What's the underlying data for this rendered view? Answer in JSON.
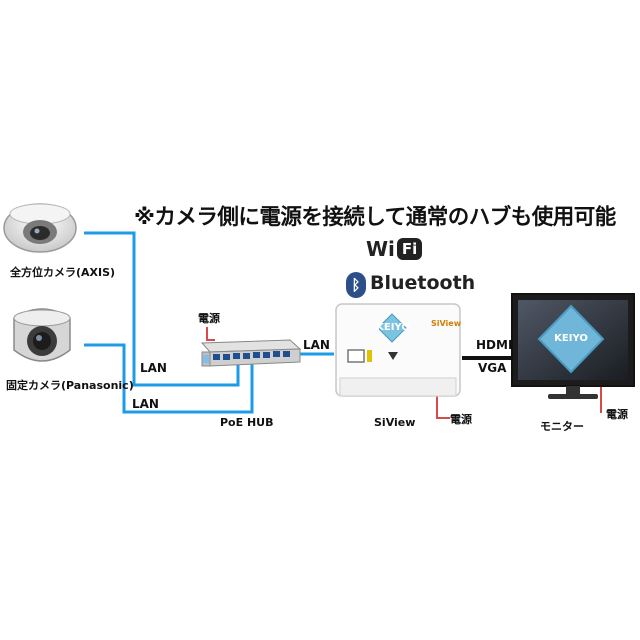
{
  "headline": "※カメラ側に電源を接続して通常のハブも使用可能",
  "wireless": {
    "wifi_left": "Wi",
    "wifi_right": "Fi",
    "bluetooth_symbol": "ᛒ",
    "bluetooth_label": "Bluetooth"
  },
  "devices": {
    "camera_axis": "全方位カメラ(AXIS)",
    "camera_panasonic": "固定カメラ(Panasonic)",
    "hub": "PoE HUB",
    "siview": "SiView",
    "siview_brand": "SiView",
    "monitor": "モニター",
    "logo": "KEIYO"
  },
  "links": {
    "lan_cam1": "LAN",
    "lan_cam2": "LAN",
    "lan_hub_siview": "LAN",
    "hdmi": "HDMI",
    "vga": "VGA"
  },
  "power": {
    "hub": "電源",
    "siview": "電源",
    "monitor": "電源"
  },
  "colors": {
    "lan_cable": "#1e9be6",
    "power_cable": "#d94b4b",
    "video_cable": "#111111",
    "hub_port": "#1f4f8f"
  }
}
